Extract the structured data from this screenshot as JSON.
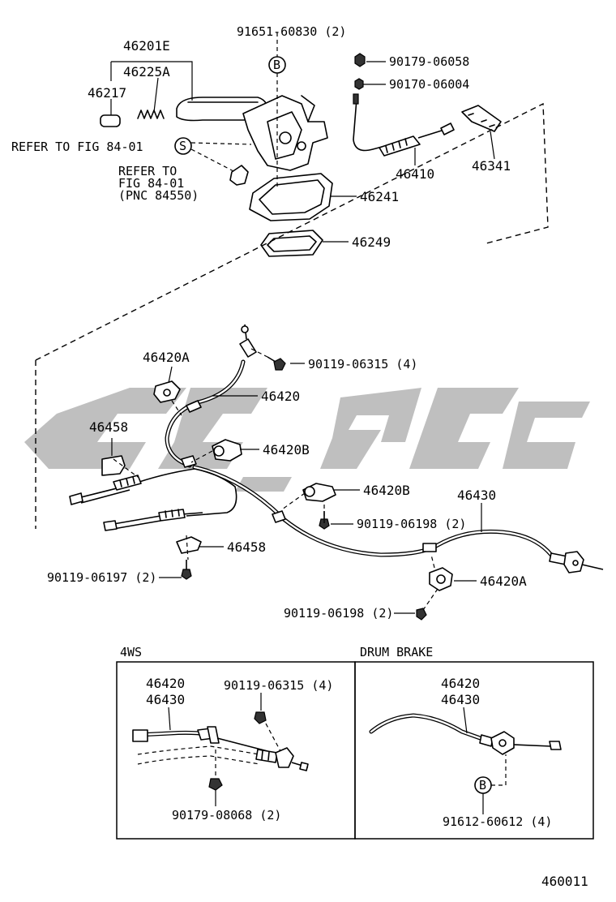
{
  "diagram": {
    "labels": {
      "p46201E": "46201E",
      "p46225A": "46225A",
      "p46217": "46217",
      "p91651": "91651-60830 (2)",
      "p90179_06058": "90179-06058",
      "p90170_06004": "90170-06004",
      "refer1": "REFER TO FIG 84-01",
      "refer2a": "REFER TO",
      "refer2b": "FIG 84-01",
      "refer2c": "(PNC 84550)",
      "p46410": "46410",
      "p46341": "46341",
      "p46241": "46241",
      "p46249": "46249",
      "p46420A_top": "46420A",
      "p90119_06315": "90119-06315 (4)",
      "p46420": "46420",
      "p46458_top": "46458",
      "p46420B_1": "46420B",
      "p46420B_2": "46420B",
      "p46430": "46430",
      "p90119_06198_1": "90119-06198 (2)",
      "p46458_bot": "46458",
      "p90119_06197": "90119-06197 (2)",
      "p46420A_bot": "46420A",
      "p90119_06198_2": "90119-06198 (2)",
      "sec_4ws": "4WS",
      "sec_drum": "DRUM BRAKE",
      "ws_46420": "46420",
      "ws_46430": "46430",
      "ws_90119": "90119-06315 (4)",
      "ws_90179": "90179-08068 (2)",
      "dr_46420": "46420",
      "dr_46430": "46430",
      "dr_91612": "91612-60612 (4)",
      "circle_B": "B",
      "circle_S": "S",
      "page_code": "460011"
    }
  }
}
